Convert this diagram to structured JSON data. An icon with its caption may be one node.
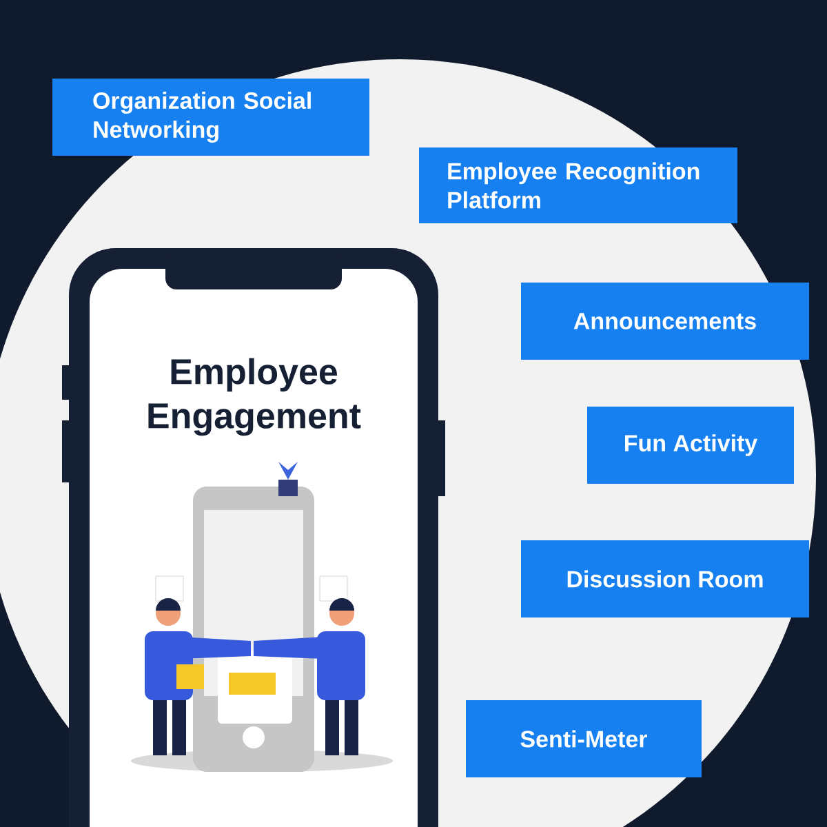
{
  "diagram": {
    "nodes": [
      {
        "text": [
          "Organization Social Networking"
        ]
      },
      {
        "text": [
          "Employee Recognition Platform"
        ]
      },
      {
        "text": [
          "Announcements"
        ]
      },
      {
        "text": [
          "Employee Engagement"
        ]
      },
      {
        "text": [
          "Fun Activity"
        ]
      },
      {
        "text": [
          "Discussion Room"
        ]
      },
      {
        "text": [
          "Senti-Meter"
        ]
      }
    ]
  }
}
